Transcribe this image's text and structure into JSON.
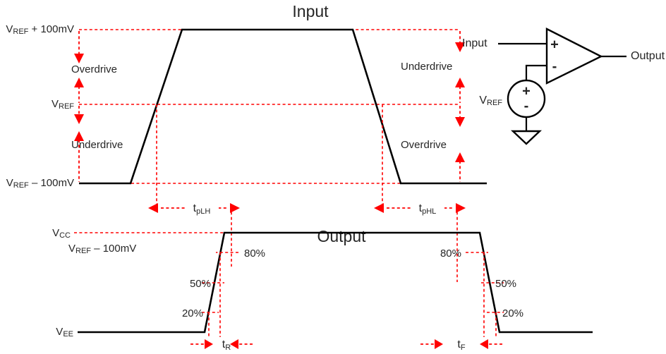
{
  "figure": {
    "input_plot": {
      "title": "Input",
      "y_labels": [
        {
          "base": "V",
          "sub": "REF",
          "rest": " + 100mV"
        },
        {
          "base": "V",
          "sub": "REF",
          "rest": ""
        },
        {
          "base": "V",
          "sub": "REF",
          "rest": " – 100mV"
        }
      ],
      "left_annotations": [
        "Overdrive",
        "Underdrive"
      ],
      "right_annotations": [
        "Underdrive",
        "Overdrive"
      ]
    },
    "output_plot": {
      "title": "Output",
      "y_labels": [
        {
          "base": "V",
          "sub": "CC",
          "rest": ""
        },
        {
          "base": "V",
          "sub": "EE",
          "rest": ""
        }
      ],
      "secondary_label": {
        "base": "V",
        "sub": "REF",
        "rest": " – 100mV"
      },
      "rising_percents": [
        "80%",
        "50%",
        "20%"
      ],
      "falling_percents": [
        "80%",
        "50%",
        "20%"
      ]
    },
    "timing": {
      "prop_delay_rise": {
        "base": "t",
        "sub": "pLH"
      },
      "prop_delay_fall": {
        "base": "t",
        "sub": "pHL"
      },
      "rise_time": {
        "base": "t",
        "sub": "R"
      },
      "fall_time": {
        "base": "t",
        "sub": "F"
      }
    },
    "schematic": {
      "input_label": "Input",
      "output_label": "Output",
      "vref_label": {
        "base": "V",
        "sub": "REF",
        "rest": ""
      },
      "plus_sign": "+",
      "minus_sign": "-",
      "source_plus": "+",
      "source_minus": "-"
    },
    "colors": {
      "waveform": "#000000",
      "annotation": "#ff0000",
      "text": "#262626",
      "background": "#ffffff"
    }
  }
}
